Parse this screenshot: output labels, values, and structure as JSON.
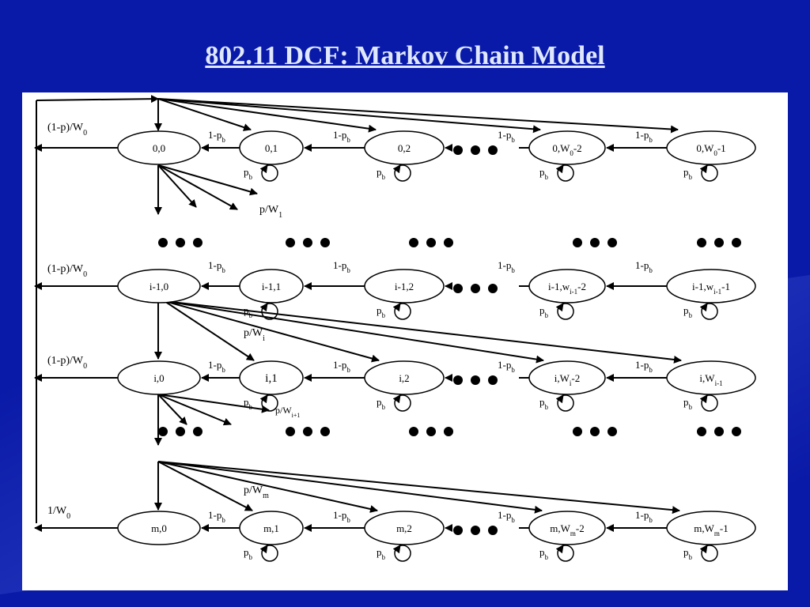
{
  "title": "802.11 DCF: Markov Chain Model",
  "rows": [
    {
      "states": [
        "0,0",
        "0,1",
        "0,2",
        "0,W0-2",
        "0,W0-1"
      ],
      "exit_label": "(1-p)/W0",
      "back_label": "1-pb",
      "self_label": "pb",
      "fanout_label": "p/W1"
    },
    {
      "states": [
        "i-1,0",
        "i-1,1",
        "i-1,2",
        "i-1,wi-1-2",
        "i-1,wi-1-1"
      ],
      "exit_label": "(1-p)/W0",
      "back_label": "1-pb",
      "self_label": "pb",
      "fanout_label": "p/Wi"
    },
    {
      "states": [
        "i,0",
        "i,1",
        "i,2",
        "i,Wi-2",
        "i,Wi-1"
      ],
      "exit_label": "(1-p)/W0",
      "back_label": "1-pb",
      "self_label": "pb",
      "fanout_label": "p/Wi+1"
    },
    {
      "states": [
        "m,0",
        "m,1",
        "m,2",
        "m,Wm-2",
        "m,Wm-1"
      ],
      "exit_label": "1/W0",
      "back_label": "1-pb",
      "self_label": "pb",
      "fanout_label": "p/Wm"
    }
  ],
  "colors": {
    "background": "#0a1aa8",
    "title": "#dfe8ff",
    "panel": "#ffffff",
    "ink": "#000000"
  }
}
